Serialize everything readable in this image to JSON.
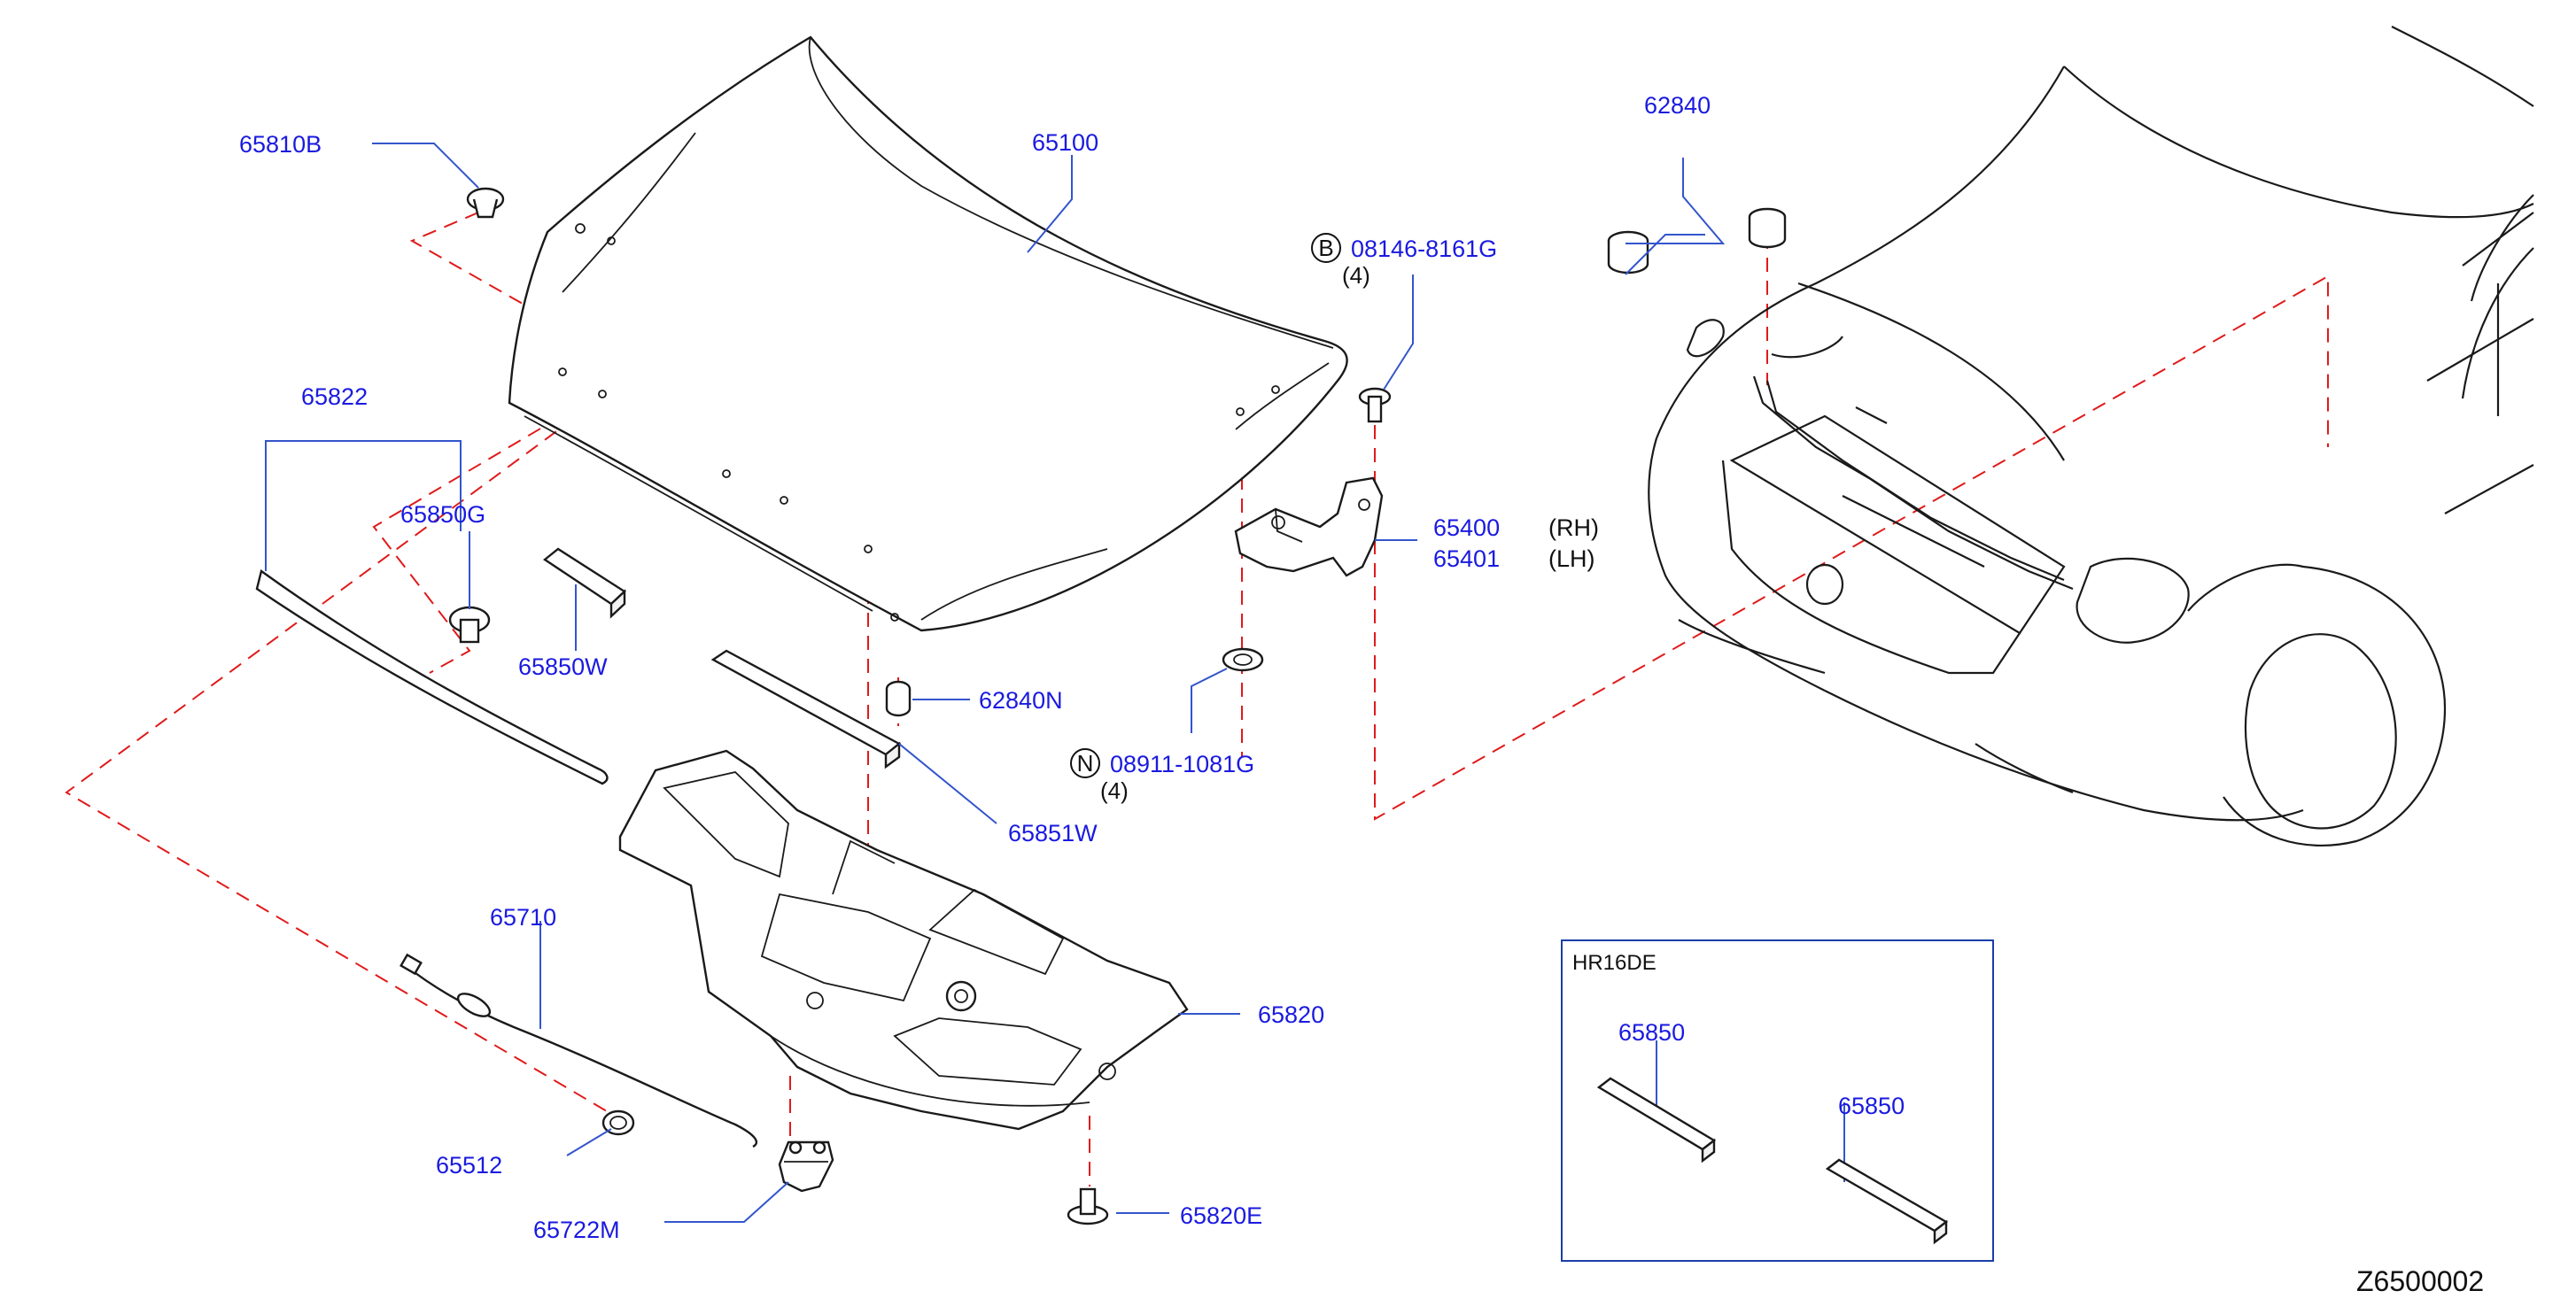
{
  "diagram_id": "Z6500002",
  "inset": {
    "title": "HR16DE",
    "parts": [
      "65850",
      "65850"
    ]
  },
  "parts": {
    "hood_insulator_clip": "65810B",
    "hood_panel": "65100",
    "hood_seal": "65822",
    "seal_clip": "65850G",
    "seal_clip_retainer": "65850W",
    "bumper_rubber_small": "62840N",
    "rear_seal": "65851W",
    "insulator": "65820",
    "insulator_clip": "65820E",
    "release_cable": "65710",
    "grommet": "65512",
    "hood_lock": "65722M",
    "bumper_rubber": "62840",
    "hinge_rh": "65400",
    "hinge_lh": "65401",
    "hinge_rh_side": "(RH)",
    "hinge_lh_side": "(LH)",
    "bolt": {
      "prefix": "B",
      "part": "08146-8161G",
      "qty": "(4)"
    },
    "nut": {
      "prefix": "N",
      "part": "08911-1081G",
      "qty": "(4)"
    }
  }
}
